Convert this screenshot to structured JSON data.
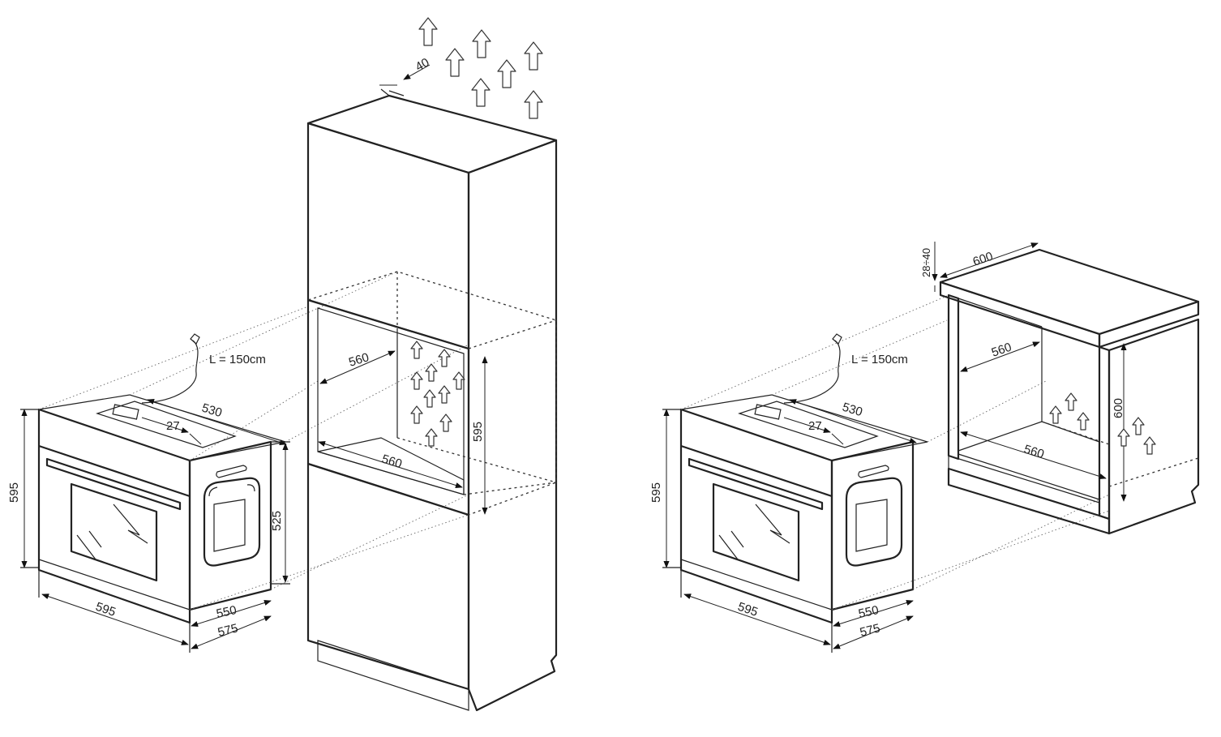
{
  "left_installation": {
    "oven": {
      "cable_length": "L = 150cm",
      "height": "595",
      "width": "595",
      "depth_top": "530",
      "front_offset": "27",
      "body_height": "525",
      "body_depth": "550",
      "total_depth": "575"
    },
    "tall_cabinet": {
      "vent_gap": "40",
      "opening_width_top": "560",
      "opening_width_bottom": "560",
      "opening_height": "595"
    }
  },
  "right_installation": {
    "oven": {
      "cable_length": "L = 150cm",
      "height": "595",
      "width": "595",
      "depth_top": "530",
      "front_offset": "27",
      "body_depth": "550",
      "total_depth": "575"
    },
    "under_counter_cabinet": {
      "worktop_thickness": "28÷40",
      "worktop_depth": "600",
      "opening_width_top": "560",
      "opening_width_bottom": "560",
      "opening_height": "600"
    }
  },
  "colors": {
    "line": "#222222",
    "background": "#ffffff"
  },
  "icons": [
    "ventilation-arrow-icon",
    "power-plug-icon",
    "dimension-arrow-icon"
  ]
}
